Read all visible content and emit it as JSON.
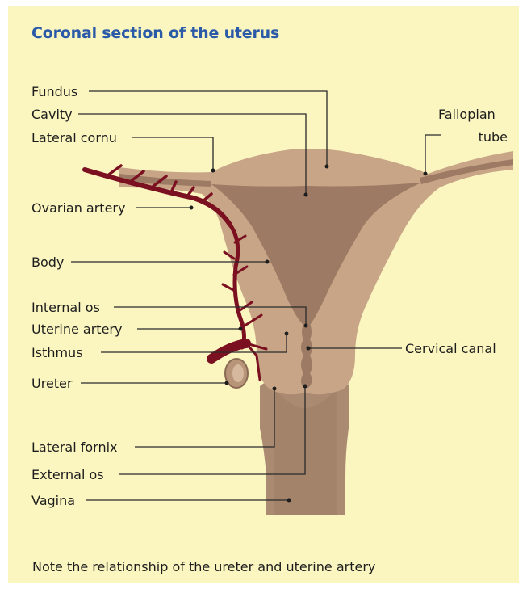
{
  "title": "Coronal section of the uterus",
  "note": "Note the relationship of the ureter and uterine artery",
  "labels": {
    "fundus": "Fundus",
    "cavity": "Cavity",
    "lateral_cornu": "Lateral cornu",
    "fallopian_tube_line1": "Fallopian",
    "fallopian_tube_line2": "tube",
    "ovarian_artery": "Ovarian artery",
    "body": "Body",
    "internal_os": "Internal os",
    "uterine_artery": "Uterine artery",
    "isthmus": "Isthmus",
    "cervical_canal": "Cervical canal",
    "ureter": "Ureter",
    "lateral_fornix": "Lateral fornix",
    "external_os": "External os",
    "vagina": "Vagina"
  },
  "colors": {
    "background": "#fbf6c0",
    "title": "#2b5aa8",
    "uterus_wall": "#c8a587",
    "cavity": "#9c7a63",
    "vagina": "#ab8a72",
    "artery": "#7a1020"
  }
}
